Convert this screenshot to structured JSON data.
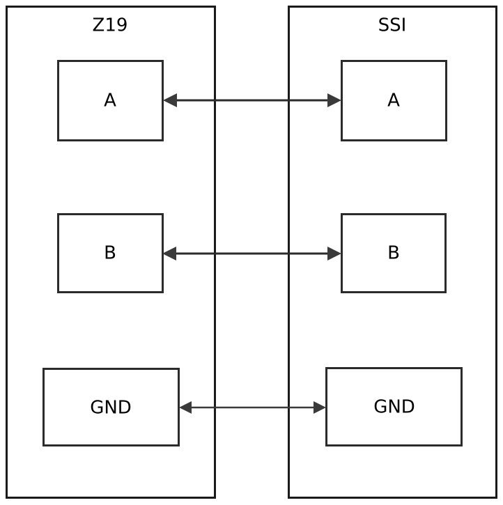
{
  "diagram": {
    "type": "block-connection-diagram",
    "background_color": "#ffffff",
    "line_color": "#2b2b2b",
    "text_color": "#000000",
    "panels": [
      {
        "id": "left-panel",
        "title": "Z19",
        "nodes": [
          {
            "id": "z19-a",
            "label": "A"
          },
          {
            "id": "z19-b",
            "label": "B"
          },
          {
            "id": "z19-gnd",
            "label": "GND"
          }
        ]
      },
      {
        "id": "right-panel",
        "title": "SSI",
        "nodes": [
          {
            "id": "ssi-a",
            "label": "A"
          },
          {
            "id": "ssi-b",
            "label": "B"
          },
          {
            "id": "ssi-gnd",
            "label": "GND"
          }
        ]
      }
    ],
    "connections": [
      {
        "id": "conn-a",
        "from": "z19-a",
        "to": "ssi-a",
        "direction": "bidirectional"
      },
      {
        "id": "conn-b",
        "from": "z19-b",
        "to": "ssi-b",
        "direction": "bidirectional"
      },
      {
        "id": "conn-gnd",
        "from": "z19-gnd",
        "to": "ssi-gnd",
        "direction": "bidirectional"
      }
    ]
  }
}
